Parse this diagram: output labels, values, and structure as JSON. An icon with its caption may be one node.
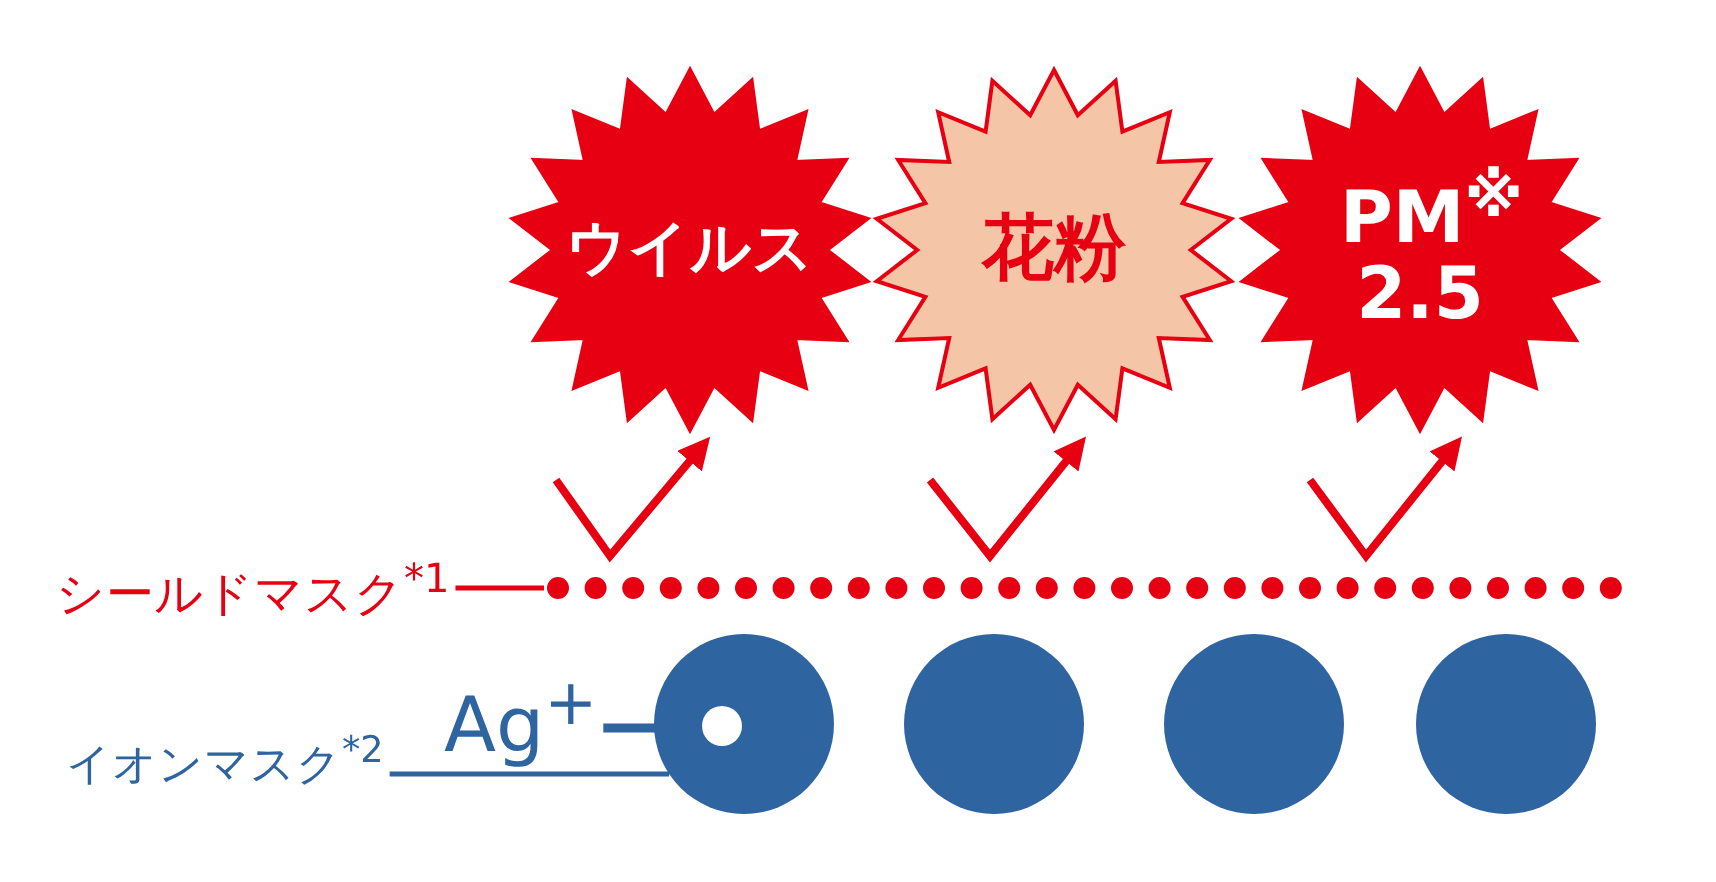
{
  "diagram": {
    "nodes": [
      {
        "text": [
          "ウイルス"
        ]
      },
      {
        "text": [
          "花粉"
        ]
      },
      {
        "text": [
          "PM$^{※}$ 2.5"
        ]
      },
      {
        "text": [
          "シールドマスク$^{*1}$"
        ]
      },
      {
        "text": [],
        "shape": "bar"
      },
      {
        "text": [
          "イオンマスク$^{*2}$"
        ]
      },
      {
        "text": [],
        "shape": "circle"
      },
      {
        "text": [
          "Ag$^{+}$"
        ]
      },
      {
        "text": [],
        "shape": "circle",
        "in": 6
      },
      {
        "text": [],
        "shape": "circle"
      },
      {
        "text": [],
        "shape": "circle"
      },
      {
        "text": [],
        "shape": "circle"
      }
    ],
    "edges": [
      {
        "from": 3,
        "to": 4,
        "arrow": "none",
        "color": "#e60012"
      },
      {
        "from": 5,
        "to": 6,
        "arrow": "none"
      },
      {
        "from": 7,
        "to": 8,
        "arrow": "none",
        "style": "thick"
      }
    ]
  }
}
